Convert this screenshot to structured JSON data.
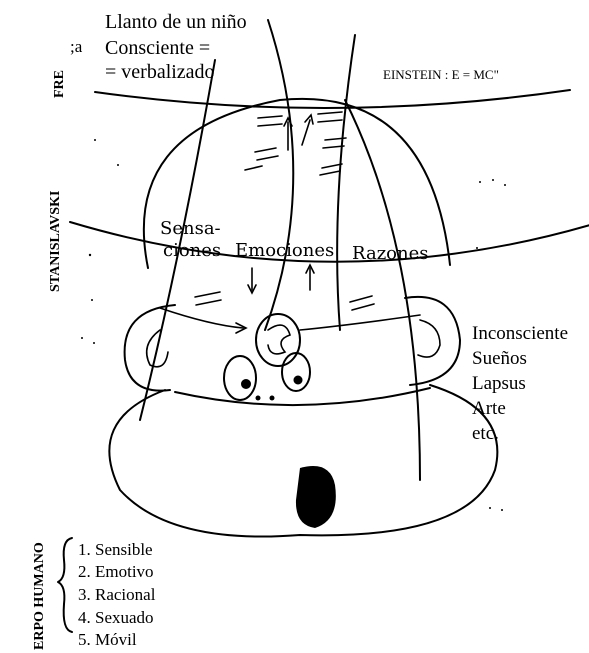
{
  "freud": {
    "side_label": "FRE",
    "partial_char": ";a",
    "lines": [
      "Llanto de un niño",
      "Consciente =",
      "= verbalizado"
    ]
  },
  "einstein": "EINSTEIN : E = MC\"",
  "stanislavski": {
    "side_label": "STANISLAVSKI",
    "sensaciones": [
      "Sensa-",
      "ciones"
    ],
    "emociones": "Emociones",
    "razones": "Razones"
  },
  "inconsciente": [
    "Inconsciente",
    "Sueños",
    "Lapsus",
    "Arte",
    "etc."
  ],
  "cuerpo": {
    "side_label": "ERPO HUMANO",
    "items": [
      "1. Sensible",
      "2. Emotivo",
      "3. Racional",
      "4. Sexuado",
      "5. Móvil"
    ]
  }
}
